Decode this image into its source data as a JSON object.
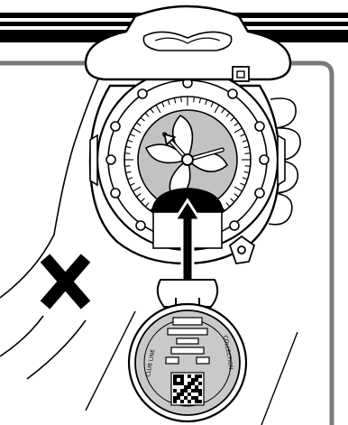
{
  "colors": {
    "ink": "#000000",
    "paper": "#ffffff",
    "dial_gray": "#c2c2c2",
    "medal_gray": "#c9c9c9",
    "panel_border": "#7a7a7a",
    "line_gray": "#9a9a9a"
  },
  "icons": {
    "do_not": "cross-mark-icon",
    "direction": "arrow-up-icon",
    "code": "qr-code-icon"
  },
  "dial": {
    "hour_hand_angle_deg": -42,
    "minute_hand_angle_deg": 74
  },
  "medal_text": {
    "left": "CLUB LINE",
    "right": "COLLECTION"
  }
}
